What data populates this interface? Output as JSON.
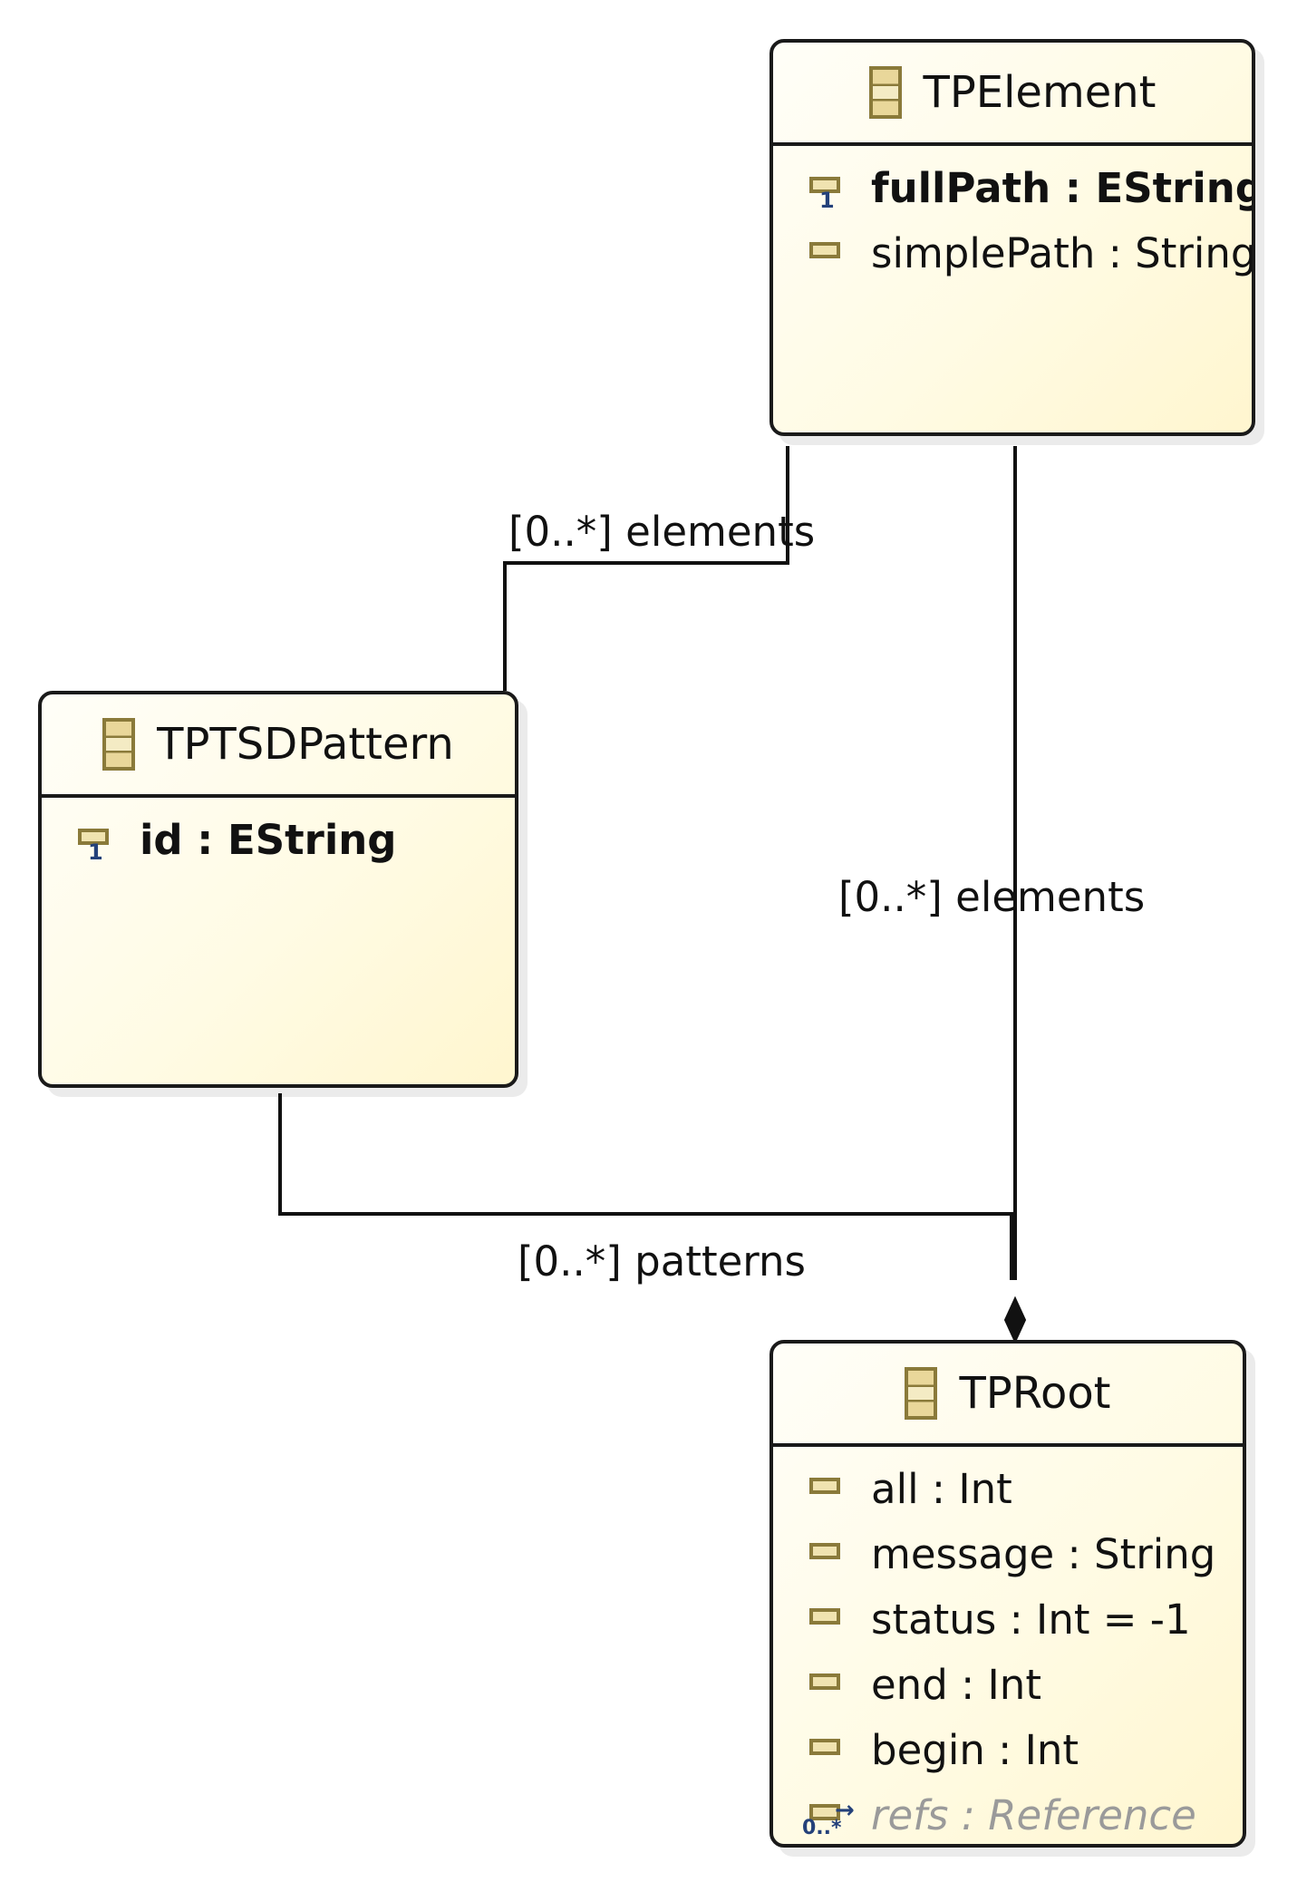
{
  "classes": {
    "tpelement": {
      "name": "TPElement",
      "attributes": [
        {
          "text": "fullPath : EString",
          "kind": "id"
        },
        {
          "text": "simplePath : String",
          "kind": "attr"
        }
      ]
    },
    "tptsdpattern": {
      "name": "TPTSDPattern",
      "attributes": [
        {
          "text": "id : EString",
          "kind": "id"
        }
      ]
    },
    "tproot": {
      "name": "TPRoot",
      "attributes": [
        {
          "text": "all : Int",
          "kind": "attr"
        },
        {
          "text": "message : String",
          "kind": "attr"
        },
        {
          "text": "status : Int = -1",
          "kind": "attr"
        },
        {
          "text": "end : Int",
          "kind": "attr"
        },
        {
          "text": "begin : Int",
          "kind": "attr"
        },
        {
          "text": "refs : Reference",
          "kind": "ref",
          "multiplicity": "0..*"
        }
      ]
    }
  },
  "connections": {
    "pattern_elements_label": "[0..*] elements",
    "root_elements_label": "[0..*] elements",
    "root_patterns_label": "[0..*] patterns"
  },
  "colors": {
    "class_fill": "#fffbe4",
    "border": "#1a1a1a",
    "icon_gold": "#8a7a3a",
    "id_marker": "#24417a",
    "derived_text": "#9a9a9a"
  }
}
